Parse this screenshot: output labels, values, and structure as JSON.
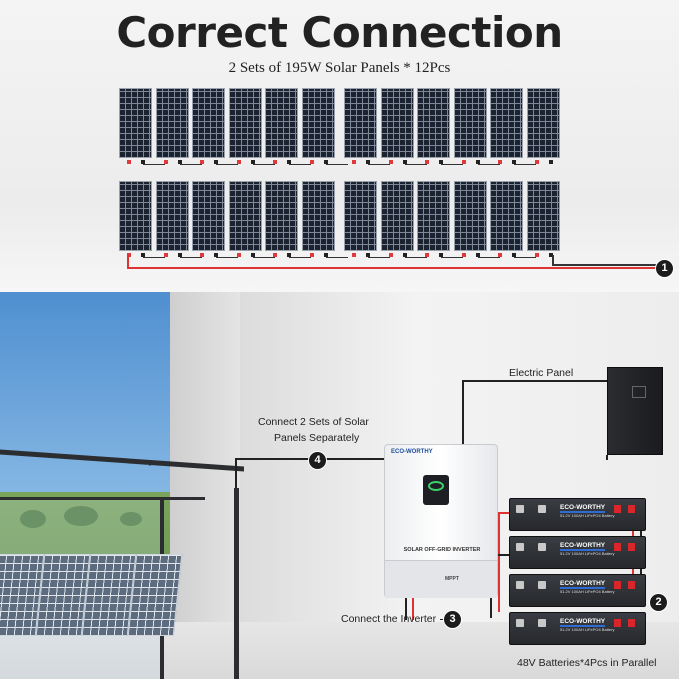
{
  "header": {
    "title": "Correct Connection",
    "subtitle": "2 Sets of 195W Solar Panels * 12Pcs"
  },
  "solar_array": {
    "rows": 2,
    "panels_per_row": 12
  },
  "callouts": {
    "electric_panel": "Electric Panel",
    "solar_panels_line1": "Connect 2 Sets of Solar",
    "solar_panels_line2": "Panels Separately",
    "inverter": "Connect the Inverter",
    "batteries": "48V Batteries*4Pcs in Parallel"
  },
  "badges": [
    "1",
    "2",
    "3",
    "4"
  ],
  "inverter": {
    "brand": "ECO-WORTHY",
    "label": "SOLAR OFF-GRID INVERTER",
    "mppt": "MPPT"
  },
  "batteries": [
    {
      "brand": "ECO-WORTHY",
      "spec": "51.2V 100AH LiFePO4 Battery"
    },
    {
      "brand": "ECO-WORTHY",
      "spec": "51.2V 100AH LiFePO4 Battery"
    },
    {
      "brand": "ECO-WORTHY",
      "spec": "51.2V 100AH LiFePO4 Battery"
    },
    {
      "brand": "ECO-WORTHY",
      "spec": "51.2V 100AH LiFePO4 Battery"
    }
  ],
  "colors": {
    "brand_blue": "#1d4d9c",
    "wire_red": "#d33333",
    "wire_black": "#222222"
  }
}
